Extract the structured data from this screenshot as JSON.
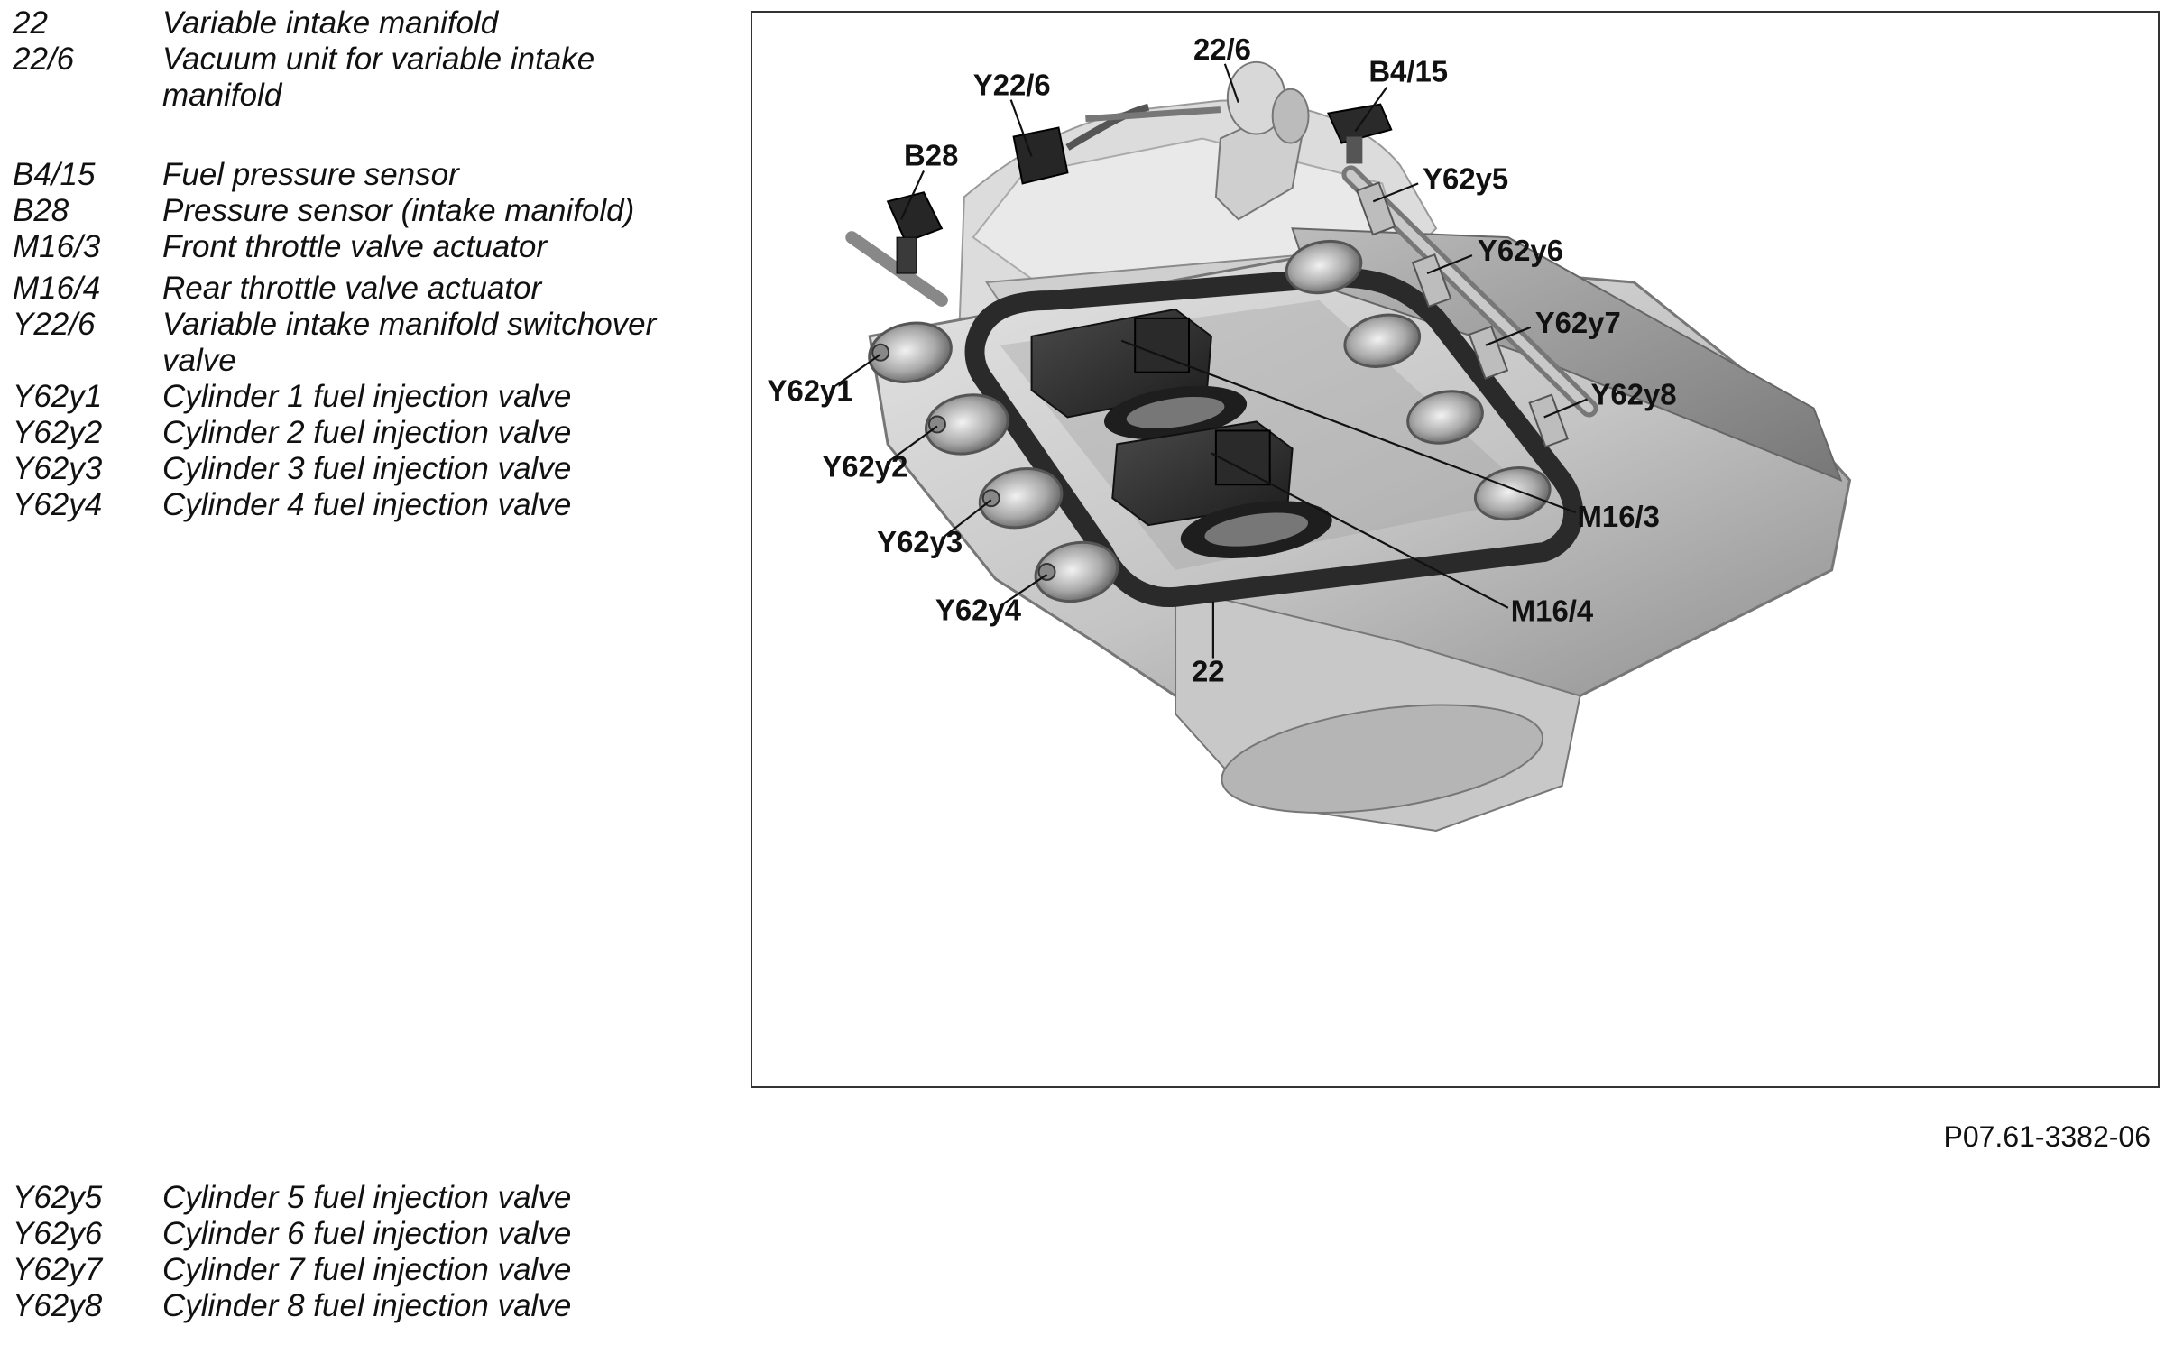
{
  "legend_top": [
    {
      "code": "22",
      "desc": "Variable intake manifold"
    },
    {
      "code": "22/6",
      "desc": "Vacuum unit for variable intake manifold"
    },
    {
      "code": "B4/15",
      "desc": "Fuel pressure sensor"
    },
    {
      "code": "B28",
      "desc": "Pressure sensor (intake manifold)"
    },
    {
      "code": "M16/3",
      "desc": "Front throttle valve actuator"
    },
    {
      "code": "M16/4",
      "desc": "Rear throttle valve actuator"
    },
    {
      "code": "Y22/6",
      "desc": "Variable intake manifold switchover valve"
    },
    {
      "code": "Y62y1",
      "desc": "Cylinder 1 fuel injection valve"
    },
    {
      "code": "Y62y2",
      "desc": "Cylinder 2 fuel injection valve"
    },
    {
      "code": "Y62y3",
      "desc": "Cylinder 3 fuel injection valve"
    },
    {
      "code": "Y62y4",
      "desc": "Cylinder 4 fuel injection valve"
    }
  ],
  "legend_bottom": [
    {
      "code": "Y62y5",
      "desc": "Cylinder 5 fuel injection valve"
    },
    {
      "code": "Y62y6",
      "desc": "Cylinder 6 fuel injection valve"
    },
    {
      "code": "Y62y7",
      "desc": "Cylinder 7 fuel injection valve"
    },
    {
      "code": "Y62y8",
      "desc": "Cylinder 8 fuel injection valve"
    }
  ],
  "callouts": {
    "c22_6": "22/6",
    "b4_15": "B4/15",
    "y22_6": "Y22/6",
    "b28": "B28",
    "y62y5": "Y62y5",
    "y62y6": "Y62y6",
    "y62y7": "Y62y7",
    "y62y8": "Y62y8",
    "y62y1": "Y62y1",
    "y62y2": "Y62y2",
    "y62y3": "Y62y3",
    "y62y4": "Y62y4",
    "m16_3": "M16/3",
    "m16_4": "M16/4",
    "c22": "22"
  },
  "figure_code": "P07.61-3382-06"
}
